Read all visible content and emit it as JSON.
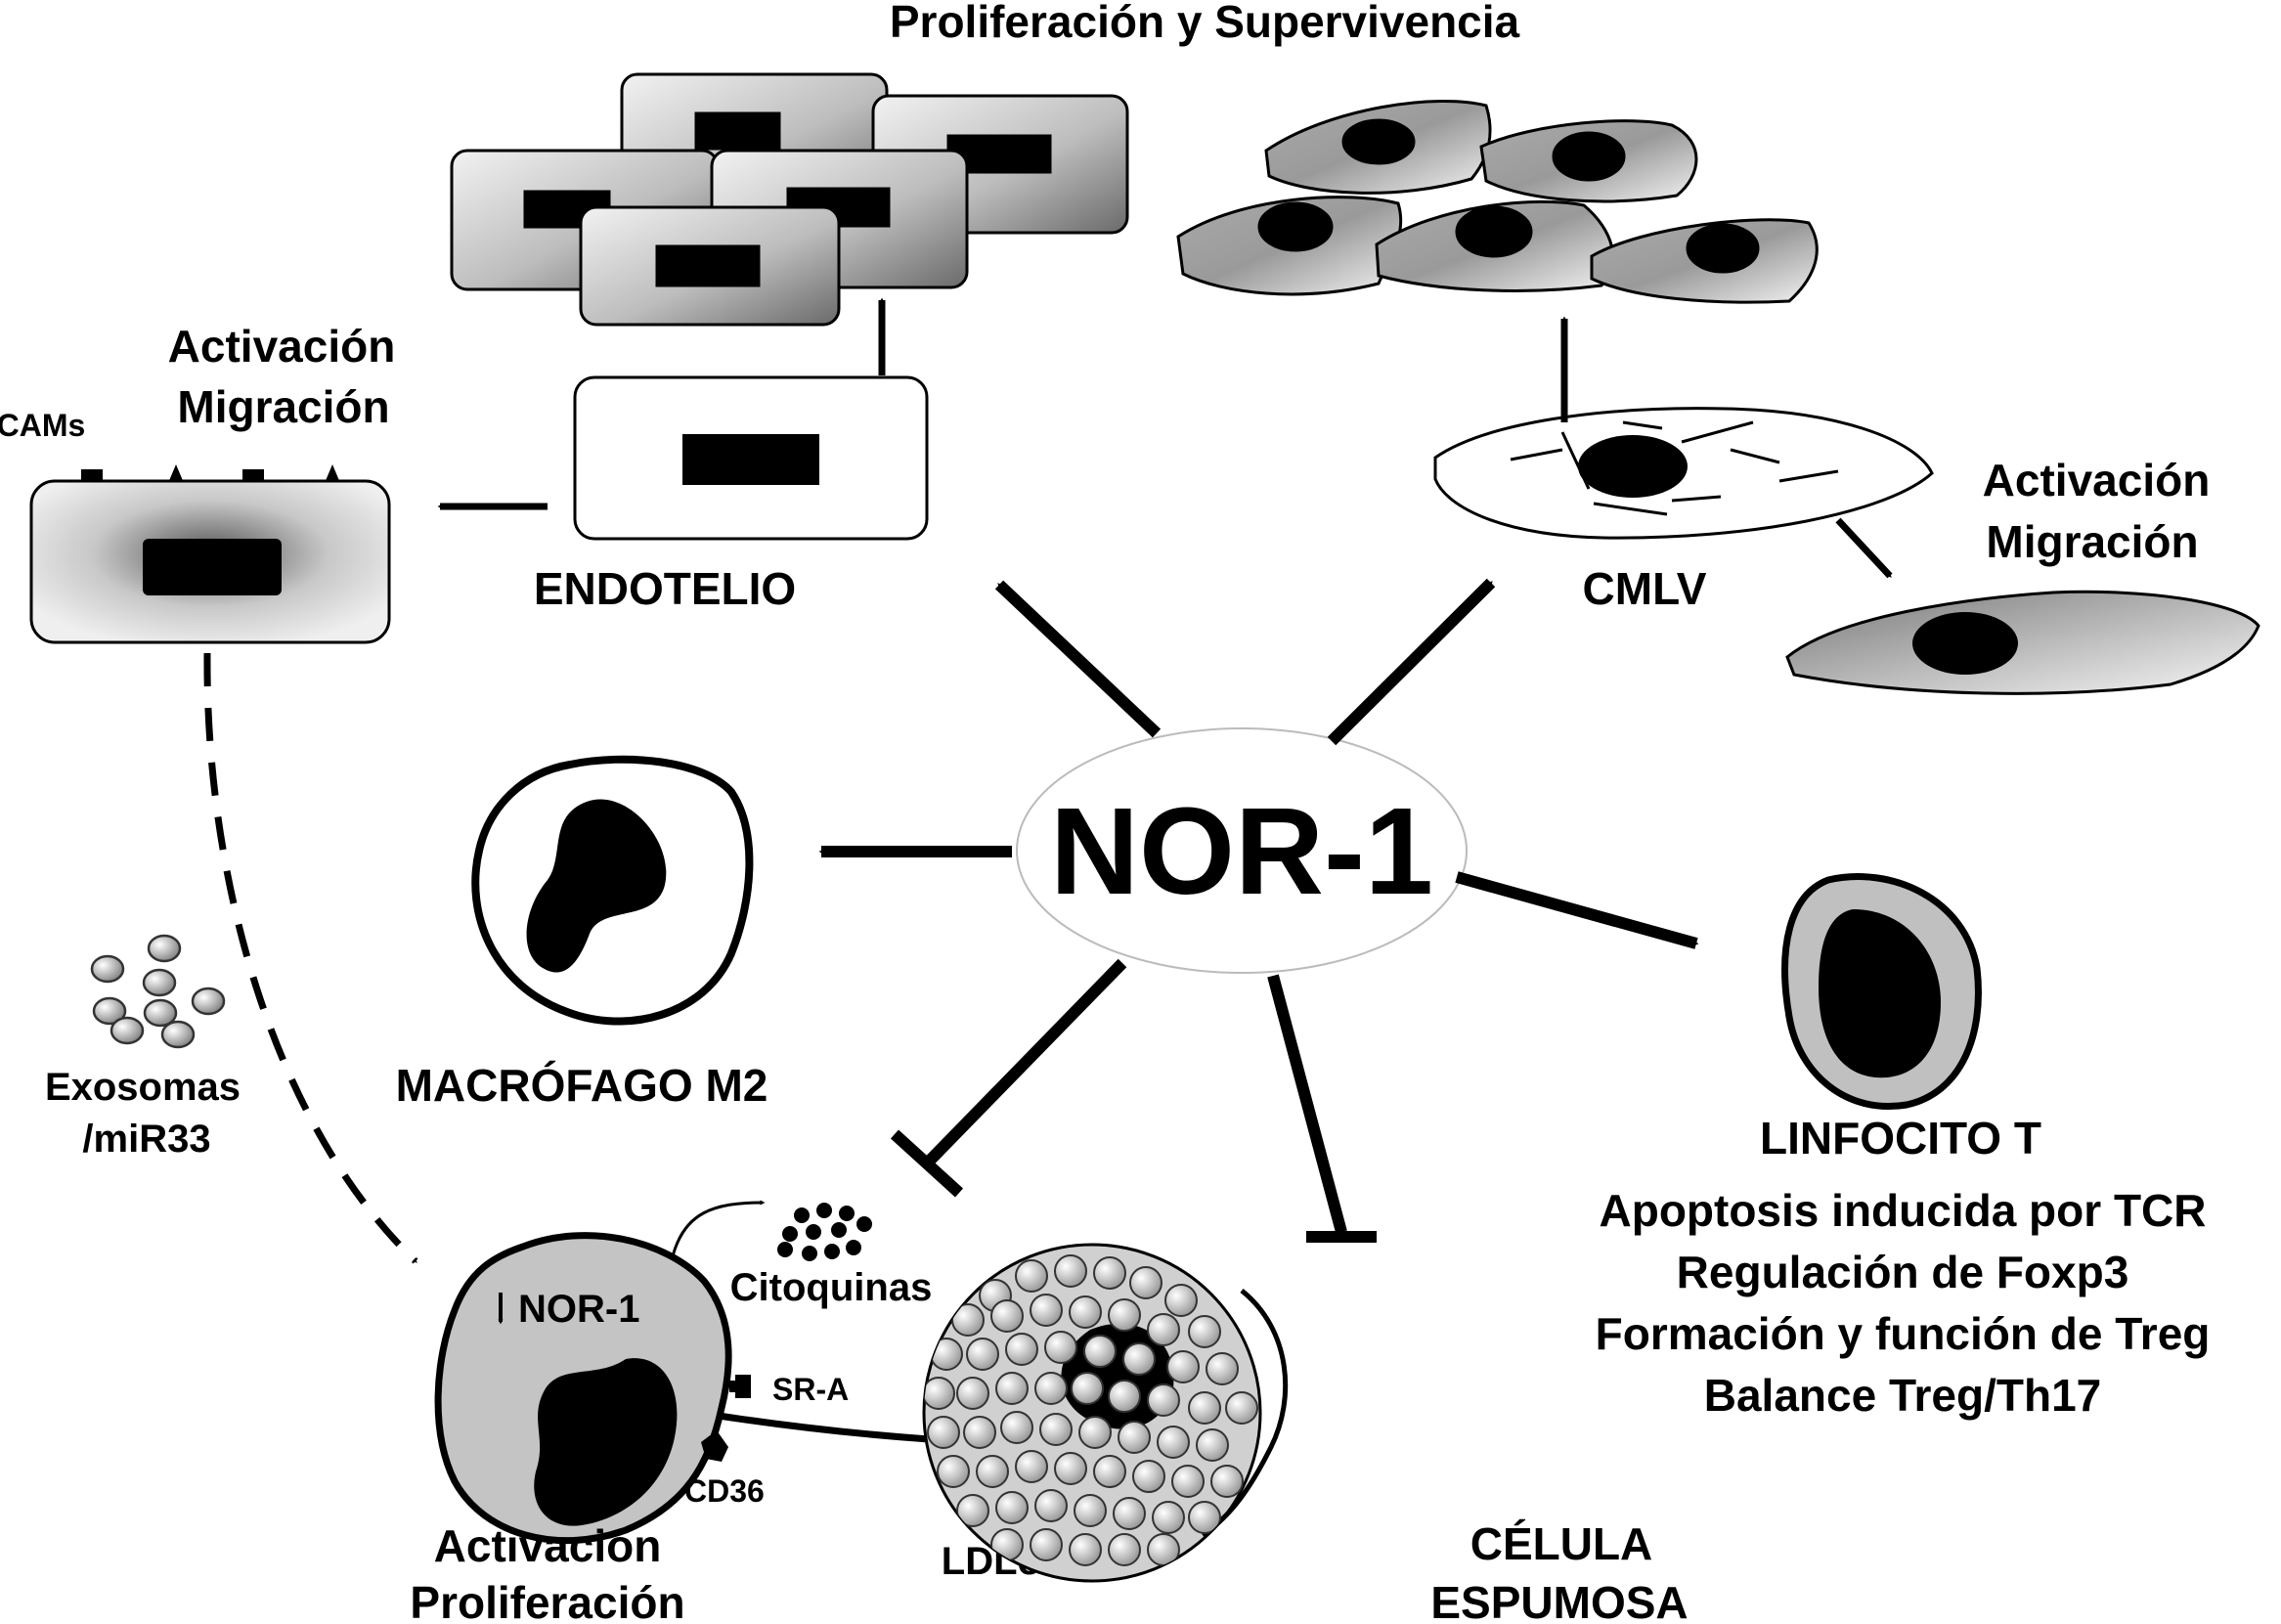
{
  "center": {
    "label": "NOR-1"
  },
  "endothelium": {
    "proliferation_label": "Proliferación y Supervivencia",
    "label": "ENDOTELIO",
    "activation_line1": "Activación",
    "activation_line2": "Migración",
    "cams_label": "CAMs",
    "exosomes_line1": "Exosomas",
    "exosomes_line2": "/miR33"
  },
  "smc": {
    "label": "CMLV",
    "activation_line1": "Activación",
    "activation_line2": "Migración"
  },
  "macrophage_m2": {
    "label": "MACRÓFAGO M2"
  },
  "lymphocyte": {
    "label": "LINFOCITO T",
    "effects": [
      "Apoptosis inducida por TCR",
      "Regulación de Foxp3",
      "Formación y función de Treg",
      "Balance Treg/Th17"
    ]
  },
  "macrophage": {
    "nor1_label": "NOR-1",
    "sra_label": "SR-A",
    "cd36_label": "CD36",
    "cytokines_label": "Citoquinas",
    "activation_line1": "Activación",
    "activation_line2": "Proliferación",
    "ldlox_label": "LDLox"
  },
  "foam_cell": {
    "label_line1": "CÉLULA",
    "label_line2": "ESPUMOSA"
  }
}
